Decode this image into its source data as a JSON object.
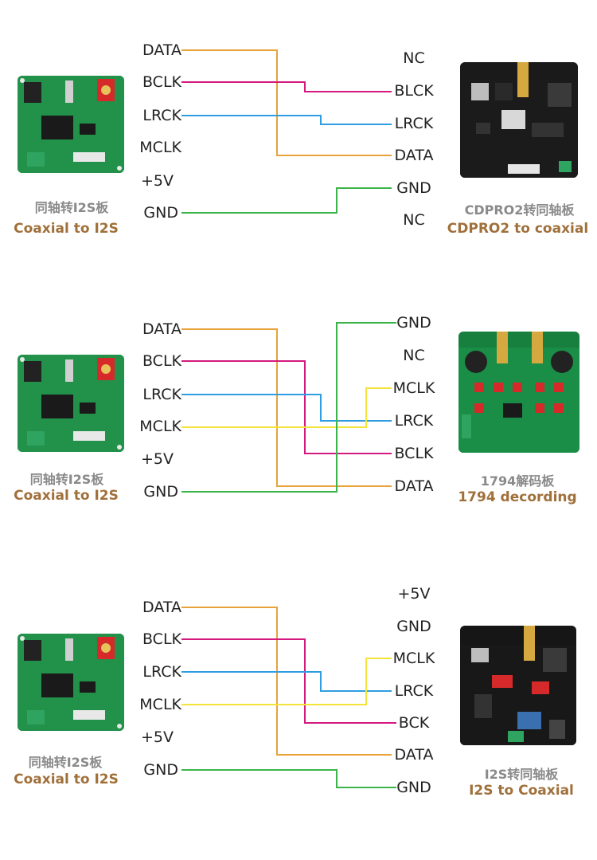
{
  "colors": {
    "DATA": "#e8a23a",
    "BCLK": "#d4197f",
    "LRCK": "#2f9ee0",
    "MCLK": "#f3e33b",
    "GND": "#3bb54a",
    "caption_cn": "#8a8a8a",
    "caption_en": "#a0703a"
  },
  "sections": [
    {
      "left_board": {
        "caption_cn": "同轴转I2S板",
        "caption_en": "Coaxial to I2S",
        "icon": "coax-to-i2s-board-icon"
      },
      "left_pins": [
        "DATA",
        "BCLK",
        "LRCK",
        "MCLK",
        "+5V",
        "GND"
      ],
      "right_pins": [
        "NC",
        "BLCK",
        "LRCK",
        "DATA",
        "GND",
        "NC"
      ],
      "right_board": {
        "caption_cn": "CDPRO2转同轴板",
        "caption_en": "CDPRO2 to coaxial",
        "icon": "cdpro2-board-icon"
      },
      "connections": [
        {
          "from": "DATA",
          "to": "DATA"
        },
        {
          "from": "BCLK",
          "to": "BLCK"
        },
        {
          "from": "LRCK",
          "to": "LRCK"
        },
        {
          "from": "GND",
          "to": "GND"
        }
      ]
    },
    {
      "left_board": {
        "caption_cn": "同轴转I2S板",
        "caption_en": "Coaxial to I2S",
        "icon": "coax-to-i2s-board-icon"
      },
      "left_pins": [
        "DATA",
        "BCLK",
        "LRCK",
        "MCLK",
        "+5V",
        "GND"
      ],
      "right_pins": [
        "GND",
        "NC",
        "MCLK",
        "LRCK",
        "BCLK",
        "DATA"
      ],
      "right_board": {
        "caption_cn": "1794解码板",
        "caption_en": "1794 decording",
        "icon": "1794-dac-board-icon"
      },
      "connections": [
        {
          "from": "DATA",
          "to": "DATA"
        },
        {
          "from": "BCLK",
          "to": "BCLK"
        },
        {
          "from": "LRCK",
          "to": "LRCK"
        },
        {
          "from": "MCLK",
          "to": "MCLK"
        },
        {
          "from": "GND",
          "to": "GND"
        }
      ]
    },
    {
      "left_board": {
        "caption_cn": "同轴转I2S板",
        "caption_en": "Coaxial to I2S",
        "icon": "coax-to-i2s-board-icon"
      },
      "left_pins": [
        "DATA",
        "BCLK",
        "LRCK",
        "MCLK",
        "+5V",
        "GND"
      ],
      "right_pins": [
        "+5V",
        "GND",
        "MCLK",
        "LRCK",
        "BCK",
        "DATA",
        "GND"
      ],
      "right_board": {
        "caption_cn": "I2S转同轴板",
        "caption_en": "I2S to Coaxial",
        "icon": "i2s-to-coax-board-icon"
      },
      "connections": [
        {
          "from": "DATA",
          "to": "DATA"
        },
        {
          "from": "BCLK",
          "to": "BCK"
        },
        {
          "from": "LRCK",
          "to": "LRCK"
        },
        {
          "from": "MCLK",
          "to": "MCLK"
        },
        {
          "from": "GND",
          "to": "GND"
        }
      ]
    }
  ]
}
